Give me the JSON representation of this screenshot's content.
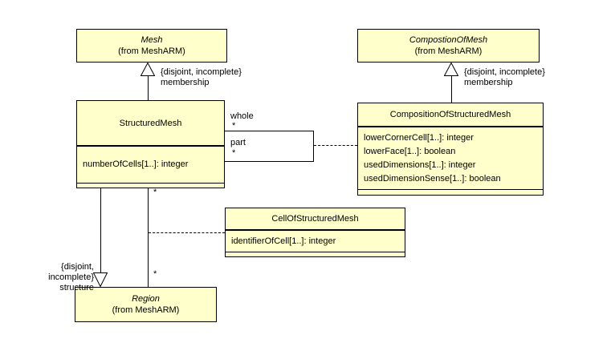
{
  "classes": {
    "mesh": {
      "name": "Mesh",
      "from": "(from MeshARM)"
    },
    "compostion_of_mesh": {
      "name": "CompostionOfMesh",
      "from": "(from MeshARM)"
    },
    "structured_mesh": {
      "name": "StructuredMesh",
      "attributes": [
        "numberOfCells[1..]: integer"
      ]
    },
    "composition_of_structured_mesh": {
      "name": "CompositionOfStructuredMesh",
      "attributes": [
        "lowerCornerCell[1..]: integer",
        "lowerFace[1..]: boolean",
        "usedDimensions[1..]: integer",
        "usedDimensionSense[1..]: boolean"
      ]
    },
    "cell_of_structured_mesh": {
      "name": "CellOfStructuredMesh",
      "attributes": [
        "identifierOfCell[1..]: integer"
      ]
    },
    "region": {
      "name": "Region",
      "from": "(from MeshARM)"
    }
  },
  "generalizations": {
    "mesh_membership": {
      "constraint": "{disjoint, incomplete}",
      "discriminator": "membership"
    },
    "composition_membership": {
      "constraint": "{disjoint, incomplete}",
      "discriminator": "membership"
    },
    "region_structure": {
      "constraint": "{disjoint, incomplete}",
      "discriminator": "structure"
    }
  },
  "associations": {
    "whole_part": {
      "whole_role": "whole",
      "whole_multiplicity": "*",
      "part_role": "part",
      "part_multiplicity": "*"
    },
    "structured_mesh_region": {
      "top_multiplicity": "*",
      "bottom_multiplicity": "*"
    }
  },
  "colors": {
    "class_fill": "#FFFFCC",
    "line_color": "#000000",
    "background": "#FFFFFF"
  }
}
